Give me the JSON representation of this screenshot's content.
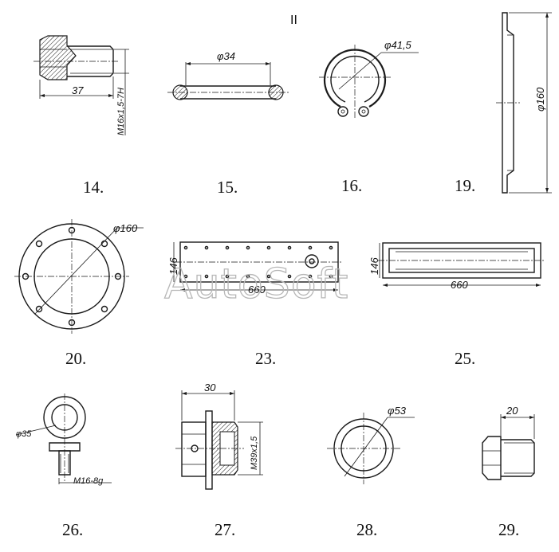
{
  "sheet_mark": "II",
  "watermark": "AutoSoft",
  "parts": [
    {
      "number": "14.",
      "dims": [
        "37",
        "M16x1,5-7H"
      ]
    },
    {
      "number": "15.",
      "dims": [
        "φ34"
      ]
    },
    {
      "number": "16.",
      "dims": [
        "φ41,5"
      ]
    },
    {
      "number": "19.",
      "dims": [
        "φ160"
      ]
    },
    {
      "number": "20.",
      "dims": [
        "φ160"
      ]
    },
    {
      "number": "23.",
      "dims": [
        "146",
        "660"
      ]
    },
    {
      "number": "25.",
      "dims": [
        "146",
        "660"
      ]
    },
    {
      "number": "26.",
      "dims": [
        "φ35",
        "M16-8g"
      ]
    },
    {
      "number": "27.",
      "dims": [
        "30",
        "M39x1,5"
      ]
    },
    {
      "number": "28.",
      "dims": [
        "φ53"
      ]
    },
    {
      "number": "29.",
      "dims": [
        "20"
      ]
    }
  ]
}
